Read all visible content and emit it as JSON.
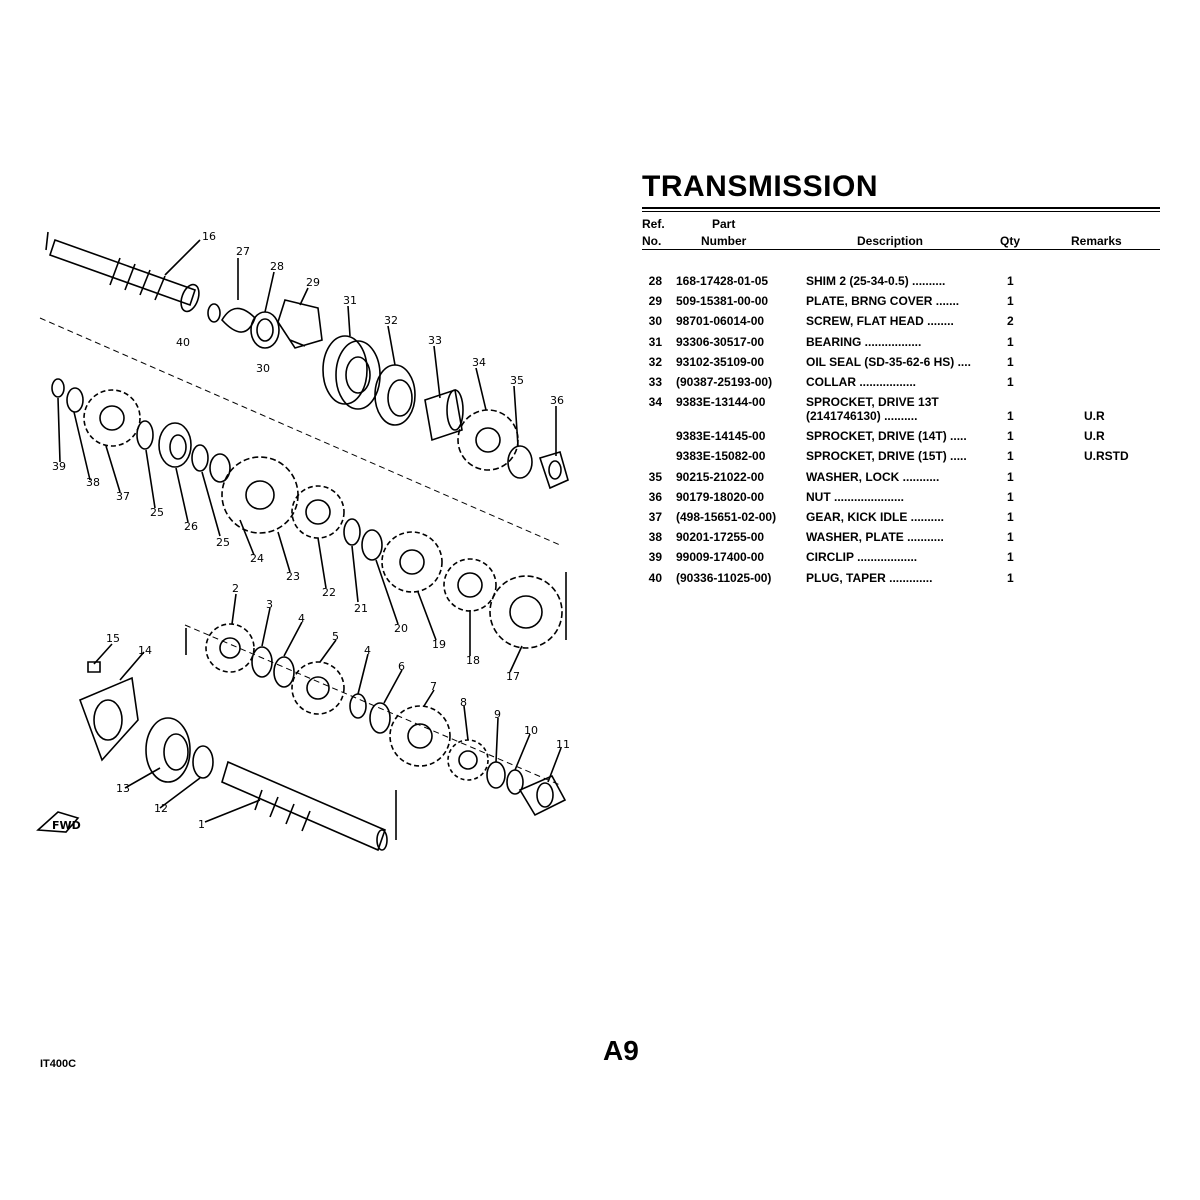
{
  "title": "TRANSMISSION",
  "headers": {
    "ref_line1": "Ref.",
    "ref_line2": "No.",
    "part_line1": "Part",
    "part_line2": "Number",
    "description": "Description",
    "qty": "Qty",
    "remarks": "Remarks"
  },
  "rows": [
    {
      "ref": "28",
      "part": "168-17428-01-05",
      "desc": "SHIM 2 (25-34-0.5)  ..........",
      "qty": "1",
      "remarks": ""
    },
    {
      "ref": "29",
      "part": "509-15381-00-00",
      "desc": "PLATE, BRNG COVER  .......",
      "qty": "1",
      "remarks": ""
    },
    {
      "ref": "30",
      "part": "98701-06014-00",
      "desc": "SCREW, FLAT HEAD  ........",
      "qty": "2",
      "remarks": ""
    },
    {
      "ref": "31",
      "part": "93306-30517-00",
      "desc": "BEARING  .................",
      "qty": "1",
      "remarks": ""
    },
    {
      "ref": "32",
      "part": "93102-35109-00",
      "desc": "OIL SEAL (SD-35-62-6 HS)  ....",
      "qty": "1",
      "remarks": ""
    },
    {
      "ref": "33",
      "part": "(90387-25193-00)",
      "desc": "COLLAR  .................",
      "qty": "1",
      "remarks": ""
    },
    {
      "ref": "34",
      "part": "9383E-13144-00",
      "desc": "SPROCKET, DRIVE 13T",
      "desc2": "(2141746130)  ..........",
      "qty": "1",
      "remarks": "U.R"
    },
    {
      "ref": "",
      "part": "9383E-14145-00",
      "desc": "SPROCKET, DRIVE (14T)  .....",
      "qty": "1",
      "remarks": "U.R"
    },
    {
      "ref": "",
      "part": "9383E-15082-00",
      "desc": "SPROCKET, DRIVE (15T)  .....",
      "qty": "1",
      "remarks": "U.RSTD"
    },
    {
      "ref": "35",
      "part": "90215-21022-00",
      "desc": "WASHER, LOCK  ...........",
      "qty": "1",
      "remarks": ""
    },
    {
      "ref": "36",
      "part": "90179-18020-00",
      "desc": "NUT  .....................",
      "qty": "1",
      "remarks": ""
    },
    {
      "ref": "37",
      "part": "(498-15651-02-00)",
      "desc": "GEAR, KICK IDLE  ..........",
      "qty": "1",
      "remarks": ""
    },
    {
      "ref": "38",
      "part": "90201-17255-00",
      "desc": "WASHER, PLATE  ...........",
      "qty": "1",
      "remarks": ""
    },
    {
      "ref": "39",
      "part": "99009-17400-00",
      "desc": "CIRCLIP  ..................",
      "qty": "1",
      "remarks": ""
    },
    {
      "ref": "40",
      "part": "(90336-11025-00)",
      "desc": "PLUG, TAPER  .............",
      "qty": "1",
      "remarks": ""
    }
  ],
  "diagram": {
    "fwd_label": "FWD",
    "callouts": [
      "1",
      "2",
      "3",
      "4",
      "4",
      "5",
      "6",
      "7",
      "8",
      "9",
      "10",
      "11",
      "12",
      "13",
      "14",
      "15",
      "16",
      "17",
      "18",
      "19",
      "20",
      "21",
      "22",
      "23",
      "24",
      "25",
      "25",
      "26",
      "27",
      "28",
      "29",
      "30",
      "31",
      "32",
      "33",
      "34",
      "35",
      "36",
      "37",
      "38",
      "39",
      "40"
    ]
  },
  "footer": {
    "page_code": "IT400C",
    "page_number": "A9"
  }
}
